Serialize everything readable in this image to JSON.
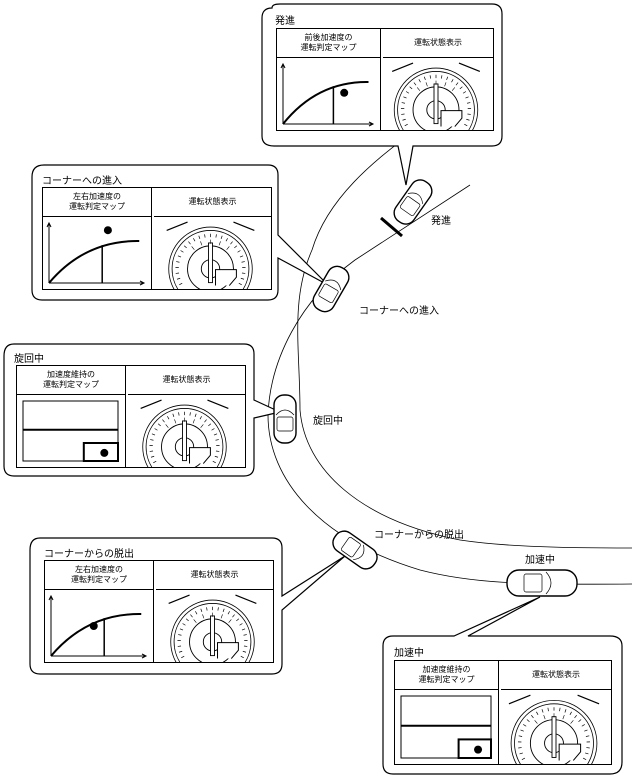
{
  "road_labels": {
    "start": "発進",
    "corner_entry": "コーナーへの進入",
    "turning": "旋回中",
    "corner_exit": "コーナーからの脱出",
    "accelerating": "加速中"
  },
  "callouts": [
    {
      "id": "start",
      "title": "発進",
      "map_header_line1": "前後加速度の",
      "map_header_line2": "運転判定マップ",
      "status_header": "運転状態表示",
      "map_type": "curve",
      "dot_position": "below-curve-right"
    },
    {
      "id": "corner-entry",
      "title": "コーナーへの進入",
      "map_header_line1": "左右加速度の",
      "map_header_line2": "運転判定マップ",
      "status_header": "運転状態表示",
      "map_type": "curve",
      "dot_position": "above-curve"
    },
    {
      "id": "turning",
      "title": "旋回中",
      "map_header_line1": "加速度維持の",
      "map_header_line2": "運転判定マップ",
      "status_header": "運転状態表示",
      "map_type": "box",
      "dot_position": "inside-box"
    },
    {
      "id": "corner-exit",
      "title": "コーナーからの脱出",
      "map_header_line1": "左右加速度の",
      "map_header_line2": "運転判定マップ",
      "status_header": "運転状態表示",
      "map_type": "curve",
      "dot_position": "below-curve-left"
    },
    {
      "id": "accelerating",
      "title": "加速中",
      "map_header_line1": "加速度維持の",
      "map_header_line2": "運転判定マップ",
      "status_header": "運転状態表示",
      "map_type": "box",
      "dot_position": "inside-box"
    }
  ]
}
